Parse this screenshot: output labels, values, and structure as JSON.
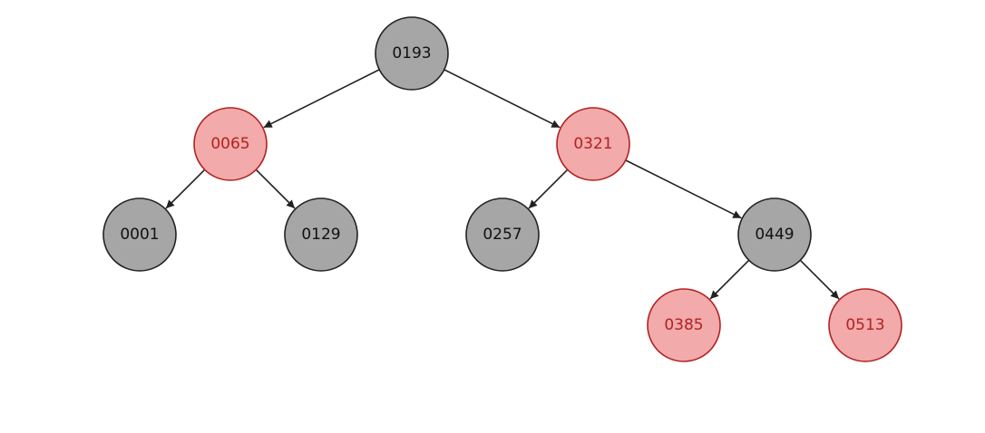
{
  "colors": {
    "black_fill": "#a6a6a6",
    "black_stroke": "#222222",
    "black_text": "#111111",
    "red_fill": "#f2aaaa",
    "red_stroke": "#b22222",
    "red_text": "#b22222",
    "edge": "#222222"
  },
  "tree": {
    "nodes": [
      {
        "id": "n0193",
        "label": "0193",
        "color": "black"
      },
      {
        "id": "n0065",
        "label": "0065",
        "color": "red"
      },
      {
        "id": "n0321",
        "label": "0321",
        "color": "red"
      },
      {
        "id": "n0001",
        "label": "0001",
        "color": "black"
      },
      {
        "id": "n0129",
        "label": "0129",
        "color": "black"
      },
      {
        "id": "n0257",
        "label": "0257",
        "color": "black"
      },
      {
        "id": "n0449",
        "label": "0449",
        "color": "black"
      },
      {
        "id": "n0385",
        "label": "0385",
        "color": "red"
      },
      {
        "id": "n0513",
        "label": "0513",
        "color": "red"
      }
    ],
    "edges": [
      {
        "from": "n0193",
        "to": "n0065"
      },
      {
        "from": "n0193",
        "to": "n0321"
      },
      {
        "from": "n0065",
        "to": "n0001"
      },
      {
        "from": "n0065",
        "to": "n0129"
      },
      {
        "from": "n0321",
        "to": "n0257"
      },
      {
        "from": "n0321",
        "to": "n0449"
      },
      {
        "from": "n0449",
        "to": "n0385"
      },
      {
        "from": "n0449",
        "to": "n0513"
      }
    ]
  }
}
